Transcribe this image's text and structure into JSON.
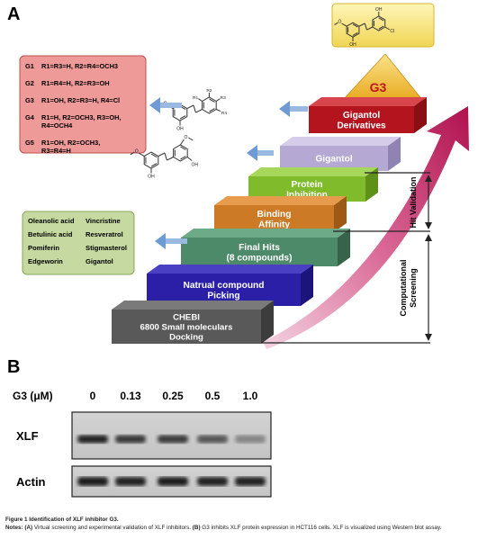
{
  "panel_a": {
    "label": "A",
    "g3_tip": "G3",
    "steps": [
      {
        "lines": [
          "Gigantol",
          "Derivatives"
        ],
        "color": "#b3141d",
        "side": "#8a0f15",
        "top": "#d9454c",
        "text": "#ffffff"
      },
      {
        "lines": [
          "Gigantol"
        ],
        "color": "#b5a8d2",
        "side": "#8f83b3",
        "top": "#d5ccea",
        "text": "#ffffff"
      },
      {
        "lines": [
          "Protein",
          "Inhibition"
        ],
        "color": "#7fbb2b",
        "side": "#5f9119",
        "top": "#a6d65a",
        "text": "#ffffff"
      },
      {
        "lines": [
          "Binding",
          "Affinity"
        ],
        "color": "#cc7a25",
        "side": "#9c5a16",
        "top": "#e69c4c",
        "text": "#ffffff"
      },
      {
        "lines": [
          "Final Hits",
          "(8 compounds)"
        ],
        "color": "#4d8a6a",
        "side": "#366349",
        "top": "#6dab88",
        "text": "#ffffff"
      },
      {
        "lines": [
          "Natrual compound",
          "Picking"
        ],
        "color": "#2a1fa6",
        "side": "#1c147a",
        "top": "#4a40c4",
        "text": "#ffffff"
      },
      {
        "lines": [
          "CHEBI",
          "6800 Small moleculars",
          "Docking"
        ],
        "color": "#595959",
        "side": "#3c3c3c",
        "top": "#7a7a7a",
        "text": "#ffffff"
      }
    ],
    "derivatives_box": {
      "rows": [
        {
          "id": "G1",
          "text": [
            "R1=R3=H, R2=R4=OCH3"
          ]
        },
        {
          "id": "G2",
          "text": [
            "R1=R4=H, R2=R3=OH"
          ]
        },
        {
          "id": "G3",
          "text": [
            "R1=OH, R2=R3=H, R4=Cl"
          ]
        },
        {
          "id": "G4",
          "text": [
            "R1=H, R2=OCH3, R3=OH,",
            "R4=OCH4"
          ]
        },
        {
          "id": "G5",
          "text": [
            "R1=OH, R2=OCH3,",
            "R3=R4=H"
          ]
        }
      ],
      "fill": "#ee9a98",
      "stroke": "#c0504d"
    },
    "hits_box": {
      "col1": [
        "Oleanolic acid",
        "Betulinic acid",
        "Pomiferin",
        "Edgeworin"
      ],
      "col2": [
        "Vincristine",
        "Resveratrol",
        "Stigmasterol",
        "Gigantol"
      ],
      "fill": "#c6d9a0",
      "stroke": "#8aa65c"
    },
    "hit_validation_label": "Hit Validation",
    "computational_screening_label": "Computational Screening",
    "mol_labels": {
      "r1": "R1",
      "r2": "R2",
      "r3": "R3",
      "r4": "R4",
      "oh": "OH",
      "o": "O",
      "cl": "Cl"
    },
    "colors": {
      "arrow": "#c2185b",
      "blue_arrow": "#7fa7d6",
      "g3_gold": "#f3c53a",
      "g3_box": "#f5e27a"
    }
  },
  "panel_b": {
    "label": "B",
    "row_title": "G3 (μM)",
    "doses": [
      "0",
      "0.13",
      "0.25",
      "0.5",
      "1.0"
    ],
    "blots": [
      {
        "name": "XLF",
        "intensities": [
          0.92,
          0.8,
          0.78,
          0.62,
          0.35
        ]
      },
      {
        "name": "Actin",
        "intensities": [
          0.95,
          0.93,
          0.94,
          0.93,
          0.92
        ]
      }
    ]
  },
  "caption": {
    "title": "Figure 1 Identification of XLF inhibitor G3.",
    "notes_label": "Notes:",
    "a_label": "(A)",
    "a_text": "Virtual screening and experimental validation of XLF inhibitors.",
    "b_label": "(B)",
    "b_text": "G3 inhibits XLF protein expression in HCT116 cells. XLF is visualized using Western blot assay."
  }
}
